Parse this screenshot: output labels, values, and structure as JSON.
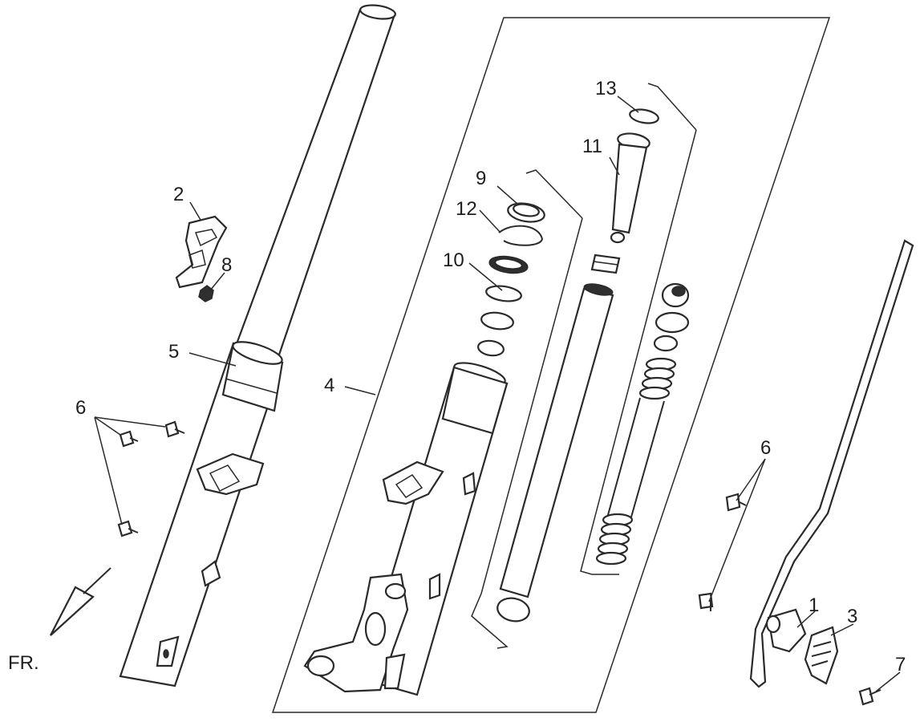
{
  "diagram": {
    "callouts": [
      "1",
      "2",
      "3",
      "4",
      "5",
      "6",
      "6",
      "7",
      "8",
      "9",
      "10",
      "11",
      "12",
      "13"
    ],
    "front_label": "FR."
  },
  "colors": {
    "line": "#2a2a2a",
    "background": "#ffffff"
  }
}
